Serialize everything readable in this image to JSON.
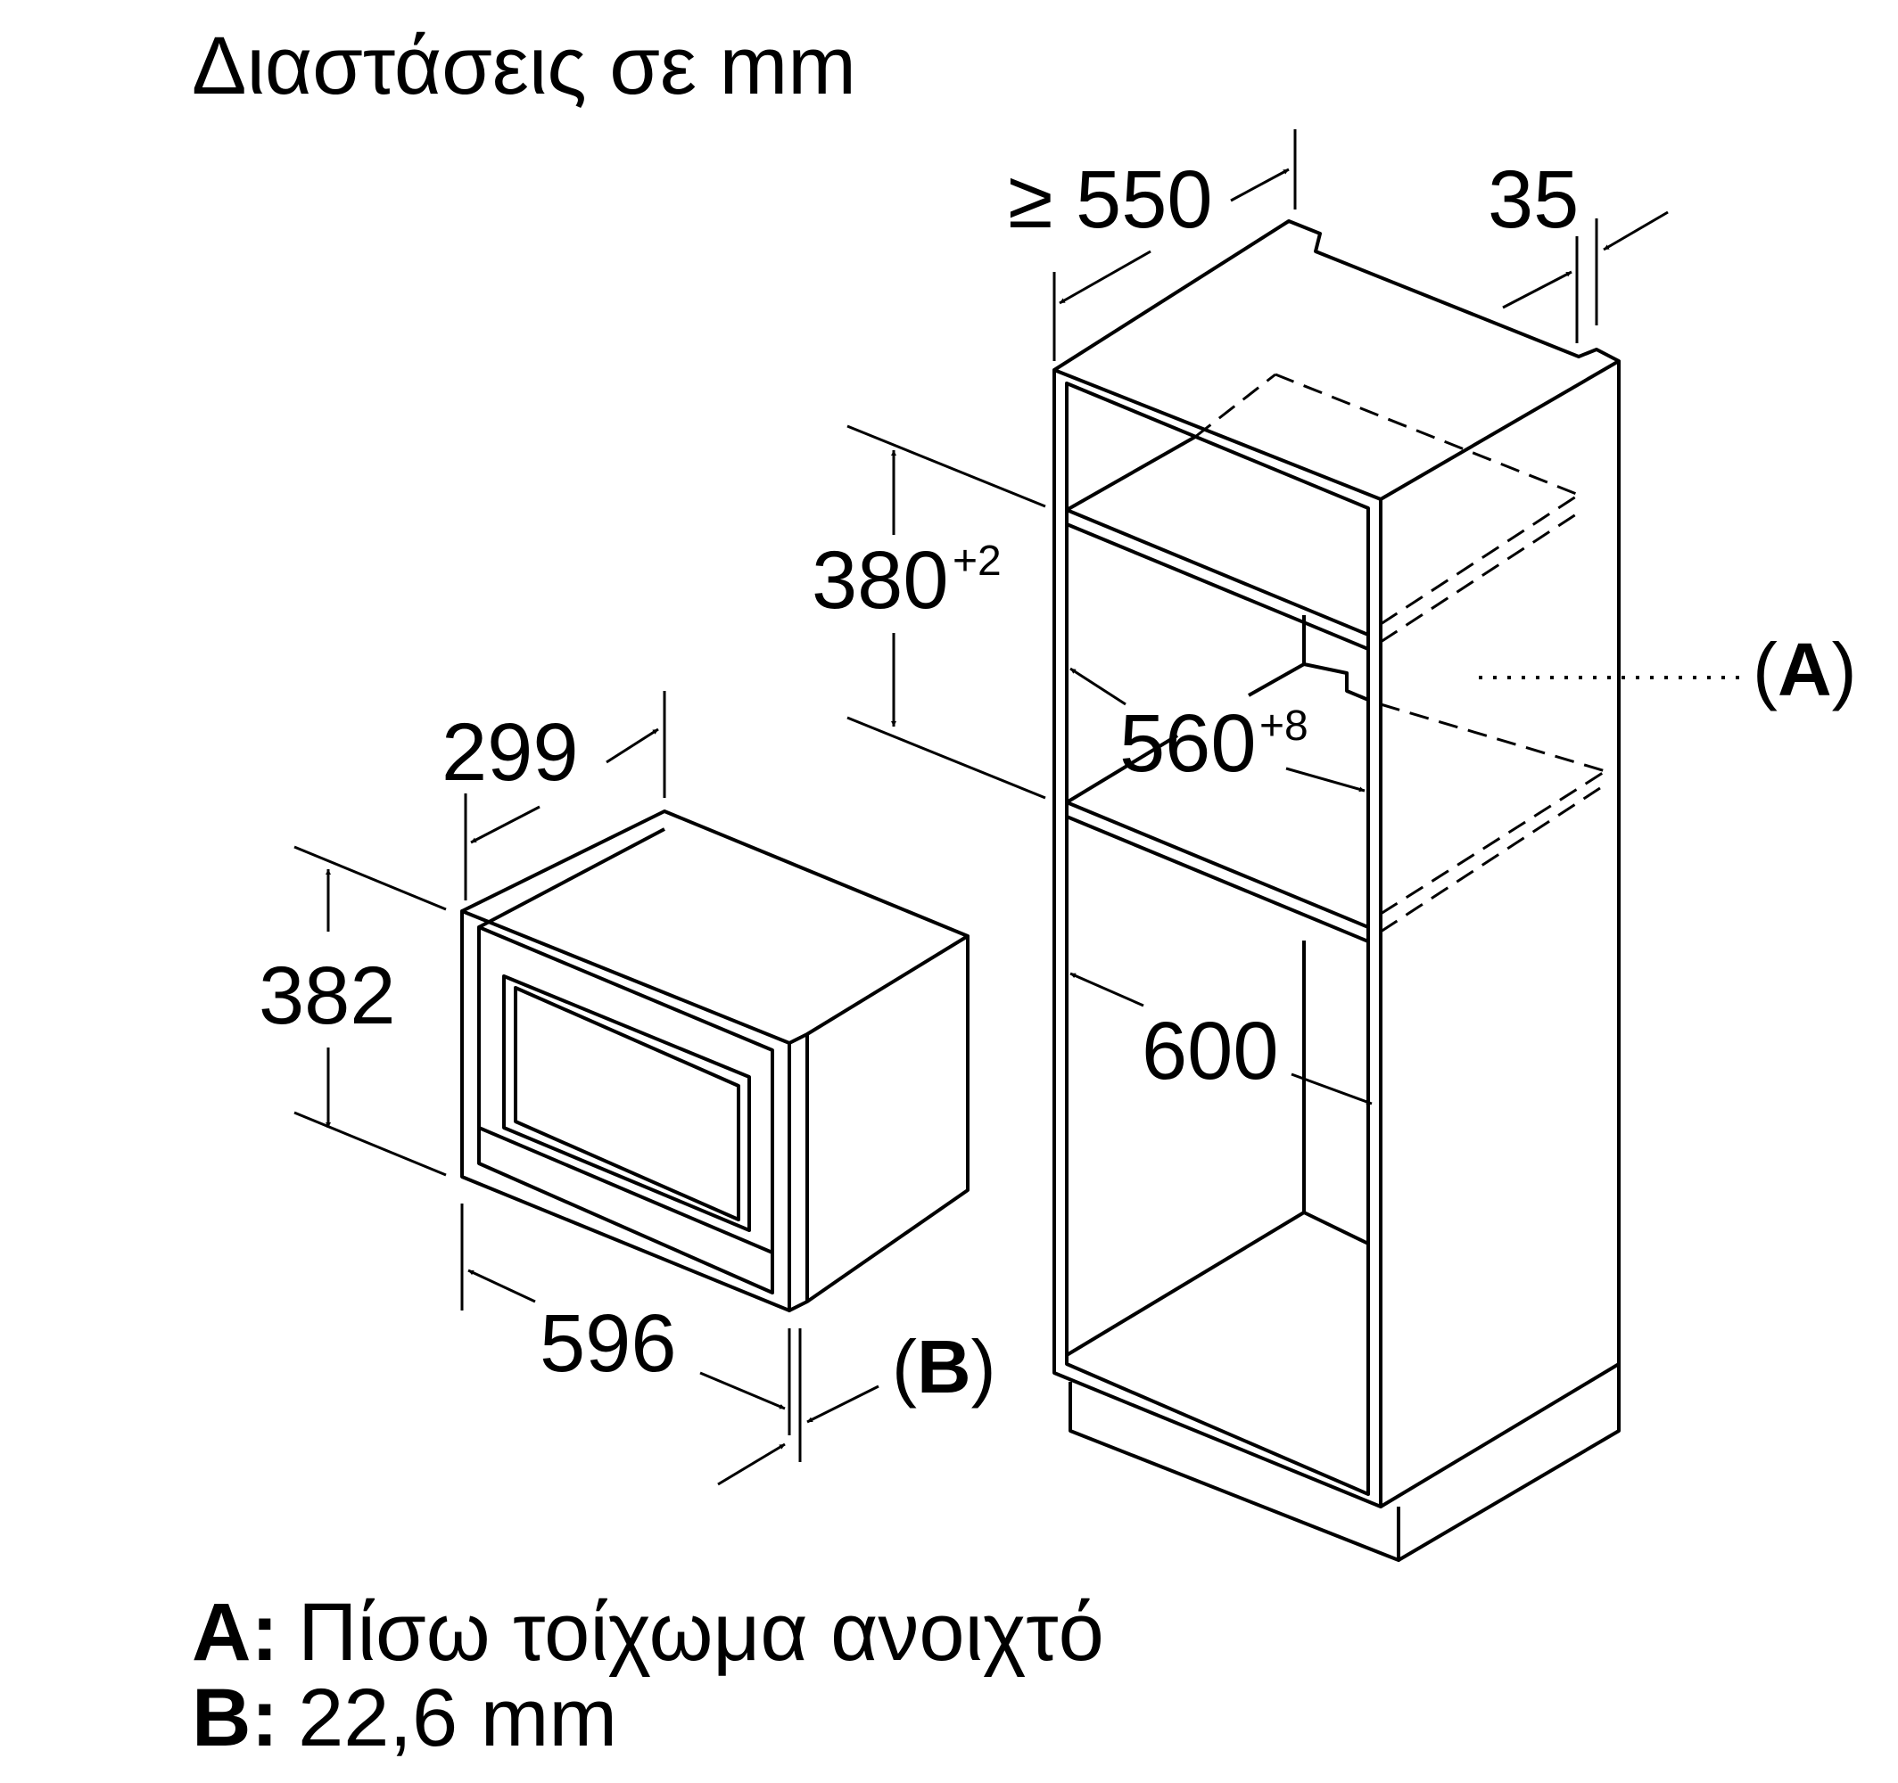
{
  "title": "Διαστάσεις σε mm",
  "dimensions": {
    "cab_depth": "≥ 550",
    "gap_35": "35",
    "niche_height": "380",
    "niche_height_tol": "+2",
    "niche_width": "560",
    "niche_width_tol": "+8",
    "cab_width": "600",
    "app_depth": "299",
    "app_height": "382",
    "app_width": "596"
  },
  "callouts": {
    "a_letter": "A",
    "b_letter": "B",
    "open": "(",
    "close": ")"
  },
  "legend": [
    {
      "key": "A:",
      "text": "Πίσω τοίχωμα ανοιχτό"
    },
    {
      "key": "B:",
      "text": "22,6 mm"
    }
  ],
  "colors": {
    "line": "#000000",
    "background": "#ffffff"
  }
}
